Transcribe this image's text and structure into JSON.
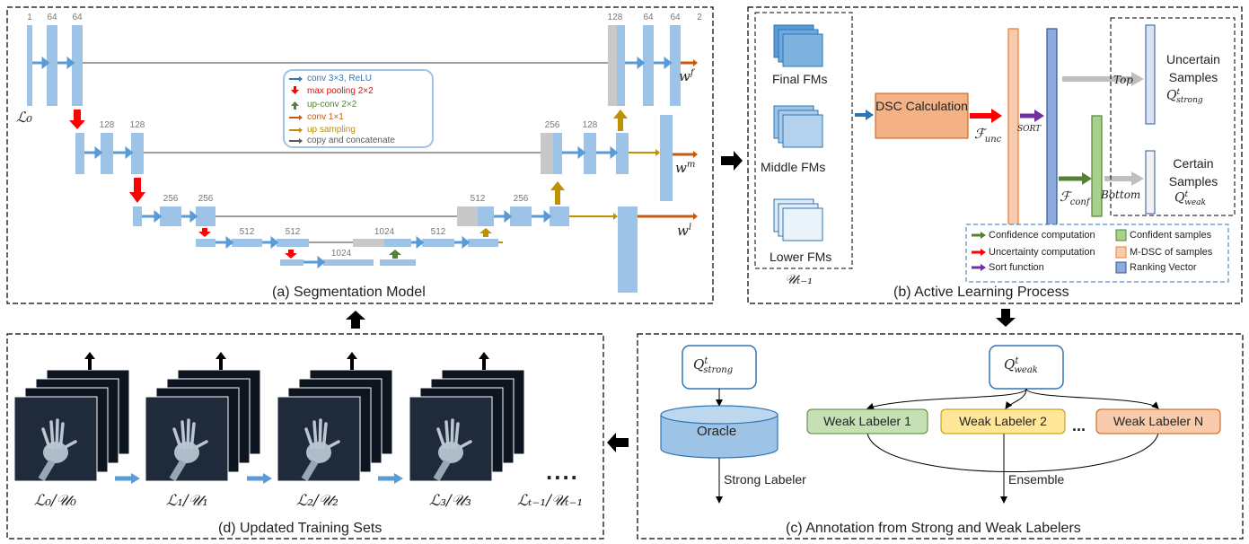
{
  "colors": {
    "fm_blue": "#9dc3e6",
    "gray_block": "#c8c8c8",
    "arrow_blue": "#5b9bd5",
    "arrow_red": "#ff0000",
    "arrow_green": "#548235",
    "arrow_orange": "#c55a11",
    "arrow_gold": "#bf9000",
    "arrow_purple": "#7030a0",
    "dsc_fill": "#f4b183",
    "confident_green": "#a9d18e",
    "ranking_blue": "#8faadc"
  },
  "panel_a": {
    "caption": "(a) Segmentation Model",
    "channels": {
      "c1": "1",
      "c64a": "64",
      "c64b": "64",
      "c128a": "128",
      "c128b": "128",
      "c256a": "256",
      "c256b": "256",
      "c512a": "512",
      "c512b": "512",
      "c1024a": "1024",
      "c1024b": "1024",
      "c512c": "512",
      "c512d": "512",
      "c256c": "256",
      "c256d": "256",
      "c128c": "128",
      "c128d": "128",
      "c64c": "64",
      "c64d": "64",
      "c2": "2"
    },
    "input_label": "ℒ₀",
    "outputs": [
      "w^f",
      "w^m",
      "w^l"
    ],
    "legend": [
      {
        "text": "conv 3×3, ReLU",
        "color": "#2e75b6",
        "arrow": "right"
      },
      {
        "text": "max pooling 2×2",
        "color": "#ff0000",
        "arrow": "down"
      },
      {
        "text": "up-conv 2×2",
        "color": "#548235",
        "arrow": "up"
      },
      {
        "text": "conv 1×1",
        "color": "#c55a11",
        "arrow": "right"
      },
      {
        "text": "up sampling",
        "color": "#bf9000",
        "arrow": "right"
      },
      {
        "text": "copy and concatenate",
        "color": "#595959",
        "arrow": "right"
      }
    ]
  },
  "panel_b": {
    "caption": "(b) Active Learning Process",
    "fm_labels": [
      "Final FMs",
      "Middle FMs",
      "Lower FMs"
    ],
    "pool_label": "𝒰ₜ₋₁",
    "dsc_label": "DSC Calculation",
    "f_unc": "ℱunc",
    "f_conf": "ℱconf",
    "sort": "SORT",
    "top": "Top",
    "bottom": "Bottom",
    "uncertain": "Uncertain Samples",
    "certain": "Certain Samples",
    "q_strong": "Q",
    "legend": [
      {
        "text": "Confidence computation",
        "kind": "arrow",
        "color": "#548235"
      },
      {
        "text": "Uncertainty computation",
        "kind": "arrow",
        "color": "#ff0000"
      },
      {
        "text": "Sort function",
        "kind": "arrow",
        "color": "#7030a0"
      },
      {
        "text": "Confident samples",
        "kind": "box",
        "color": "#a9d18e"
      },
      {
        "text": "M-DSC of samples",
        "kind": "box",
        "color": "#f4b183"
      },
      {
        "text": "Ranking Vector",
        "kind": "box",
        "color": "#8faadc"
      }
    ]
  },
  "panel_c": {
    "caption": "(c) Annotation from Strong and Weak Labelers",
    "oracle": "Oracle",
    "strong_labeler": "Strong Labeler",
    "ensemble": "Ensemble",
    "weak_labelers": [
      "Weak Labeler 1",
      "Weak Labeler 2",
      "Weak Labeler N"
    ],
    "ellipsis": "..."
  },
  "panel_d": {
    "caption": "(d) Updated Training Sets",
    "sets": [
      "ℒ₀/𝒰₀",
      "ℒ₁/𝒰₁",
      "ℒ₂/𝒰₂",
      "ℒ₃/𝒰₃",
      "ℒₜ₋₁/𝒰ₜ₋₁"
    ],
    "dots": "...."
  }
}
